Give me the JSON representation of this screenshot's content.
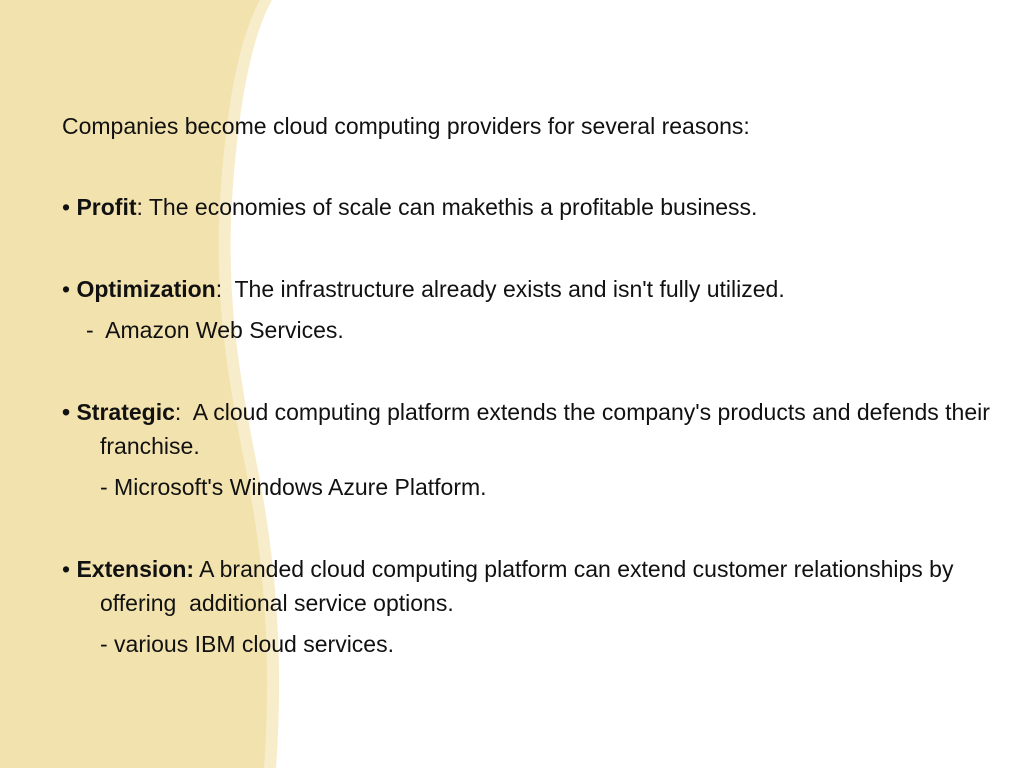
{
  "colors": {
    "band_fill": "#f2e2ad",
    "band_edge": "#f8edcb",
    "background": "#ffffff",
    "text": "#111111"
  },
  "intro": "Companies become cloud computing providers for several reasons:",
  "bullets": [
    {
      "marker": "•",
      "title": "Profit",
      "separator": ":",
      "text": " The economies of scale can makethis a profitable business.",
      "example": ""
    },
    {
      "marker": "•",
      "title": "Optimization",
      "separator": ":",
      "text": "  The infrastructure already exists and isn't fully utilized.",
      "example": "-  Amazon Web Services."
    },
    {
      "marker": "•",
      "title": "Strategic",
      "separator": ":",
      "text": "  A cloud computing platform extends the company's products and defends their franchise.",
      "example": "- Microsoft's Windows Azure Platform."
    },
    {
      "marker": "•",
      "title": "Extension:",
      "separator": "",
      "text": " A branded cloud computing platform can extend customer relationships by offering  additional service options.",
      "example": "- various IBM cloud services."
    }
  ]
}
